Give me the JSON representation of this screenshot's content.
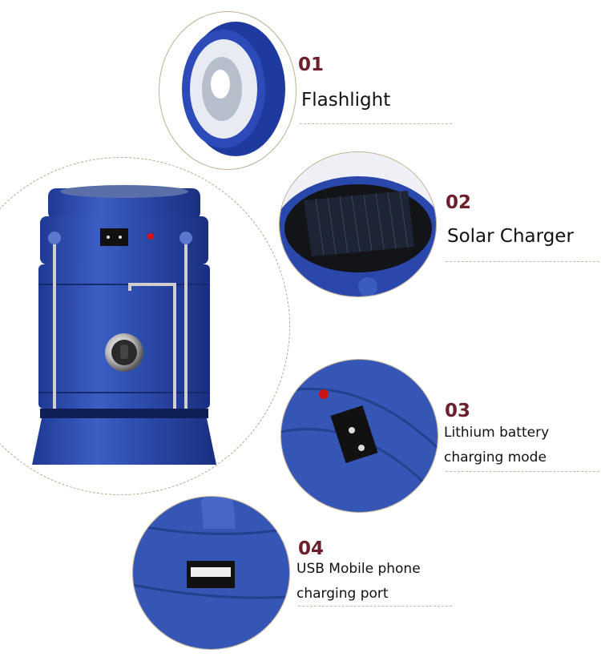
{
  "colors": {
    "number": "#6b1f2a",
    "text": "#111111",
    "divider": "#c9b8a0",
    "product_blue": "#2d4aa8",
    "background": "#ffffff"
  },
  "features": [
    {
      "number": "01",
      "title_lines": [
        "Flashlight"
      ],
      "image": "flashlight-head"
    },
    {
      "number": "02",
      "title_lines": [
        "Solar Charger"
      ],
      "image": "solar-panel-top"
    },
    {
      "number": "03",
      "title_lines": [
        "Lithium battery",
        "charging mode"
      ],
      "image": "charging-socket-with-red-led"
    },
    {
      "number": "04",
      "title_lines": [
        "USB Mobile phone",
        "charging port"
      ],
      "image": "usb-port"
    }
  ],
  "main_product": {
    "image": "blue-collapsible-solar-lantern"
  }
}
